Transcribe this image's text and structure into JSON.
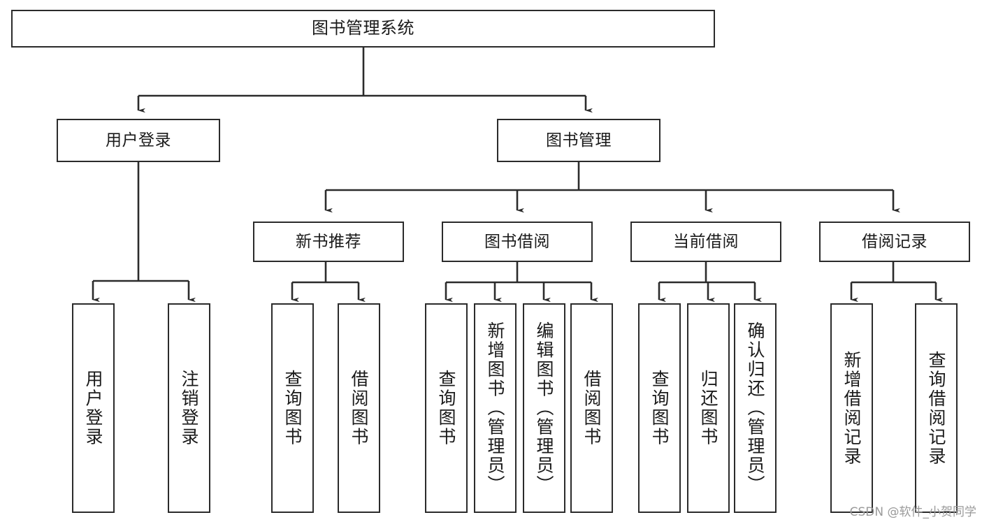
{
  "diagram": {
    "type": "tree-hierarchy",
    "title": "图书管理系统",
    "orientation": "top-down",
    "colors": {
      "box_border": "#2b2b2b",
      "box_fill": "#ffffff",
      "edge": "#2b2b2b",
      "text": "#1a1a1a",
      "watermark": "#9a9a9a"
    },
    "levels": 4
  },
  "root": {
    "label": "图书管理系统"
  },
  "level2": [
    {
      "label": "用户登录"
    },
    {
      "label": "图书管理"
    }
  ],
  "level3": [
    {
      "label": "新书推荐"
    },
    {
      "label": "图书借阅"
    },
    {
      "label": "当前借阅"
    },
    {
      "label": "借阅记录"
    }
  ],
  "leaves": {
    "user_login": [
      {
        "label": "用户登录"
      },
      {
        "label": "注销登录"
      }
    ],
    "new_book_recommend": [
      {
        "label": "查询图书"
      },
      {
        "label": "借阅图书"
      }
    ],
    "book_borrow": [
      {
        "label": "查询图书"
      },
      {
        "label": "新增图书（管理员）"
      },
      {
        "label": "编辑图书（管理员）"
      },
      {
        "label": "借阅图书"
      }
    ],
    "current_borrow": [
      {
        "label": "查询图书"
      },
      {
        "label": "归还图书"
      },
      {
        "label": "确认归还（管理员）"
      }
    ],
    "borrow_record": [
      {
        "label": "新增借阅记录"
      },
      {
        "label": "查询借阅记录"
      }
    ]
  },
  "watermark": {
    "text": "CSDN @软件_小贺同学"
  }
}
